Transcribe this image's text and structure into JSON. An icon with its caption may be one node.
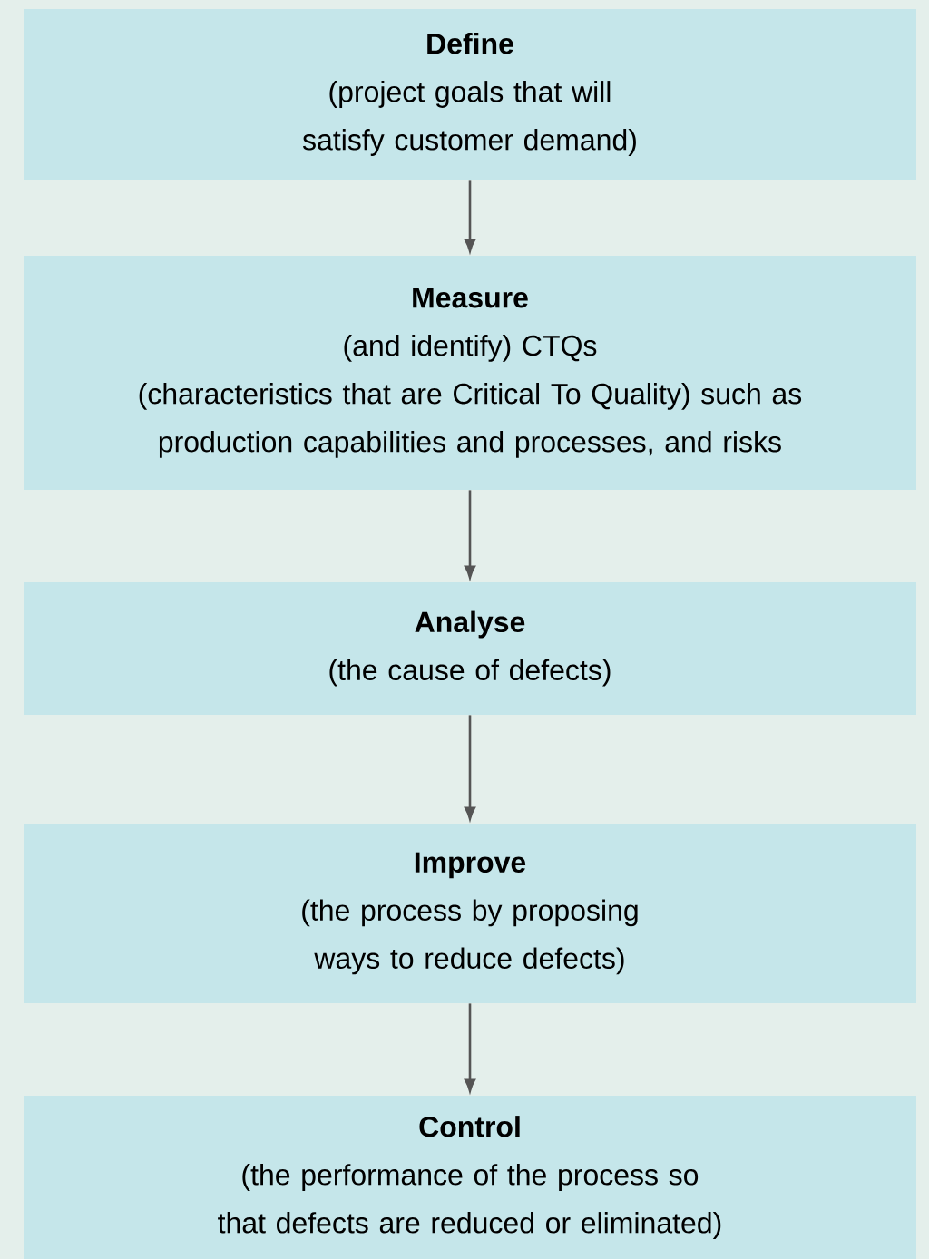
{
  "diagram": {
    "nodes": [
      {
        "text": [
          "Define",
          "(project goals that will satisfy customer demand)"
        ]
      },
      {
        "text": [
          "Measure",
          "(and identify) CTQs",
          "(characteristics that are Critical To Quality) such as production capabilities and processes, and risks"
        ]
      },
      {
        "text": [
          "Analyse",
          "(the cause of defects)"
        ]
      },
      {
        "text": [
          "Improve",
          "(the process by proposing ways to reduce defects)"
        ]
      },
      {
        "text": [
          "Control",
          "(the performance of the process so that defects are reduced or eliminated)"
        ]
      }
    ],
    "edges": [
      {
        "from": 0,
        "to": 1,
        "arrow": "to"
      },
      {
        "from": 1,
        "to": 2,
        "arrow": "to"
      },
      {
        "from": 2,
        "to": 3,
        "arrow": "to"
      },
      {
        "from": 3,
        "to": 4,
        "arrow": "to"
      }
    ]
  }
}
